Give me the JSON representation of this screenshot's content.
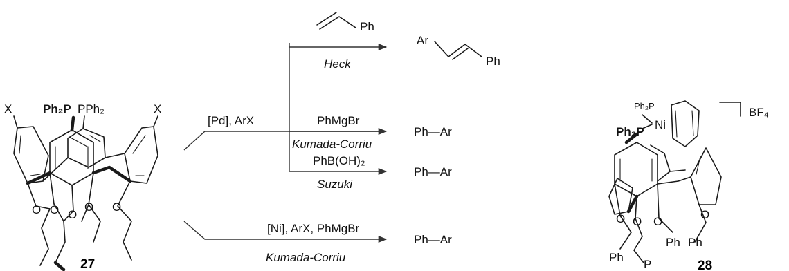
{
  "compound_27": {
    "number": "27",
    "atoms": {
      "x_left": "X",
      "x_right": "X",
      "p_left": "Ph₂P",
      "p_right": "PPh₂"
    }
  },
  "branch_pd": {
    "reagent": "[Pd], ArX",
    "routes": [
      {
        "reagent": "Ph",
        "name": "Heck",
        "product_left": "Ar",
        "product_right": "Ph"
      },
      {
        "reagent": "PhMgBr",
        "name": "Kumada-Corriu",
        "product": "Ph—Ar"
      },
      {
        "reagent": "PhB(OH)₂",
        "name": "Suzuki",
        "product": "Ph—Ar"
      }
    ]
  },
  "branch_ni": {
    "reagent": "[Ni], ArX, PhMgBr",
    "name": "Kumada-Corriu",
    "product": "Ph—Ar"
  },
  "compound_28": {
    "number": "28",
    "atoms": {
      "p_top": "Ph₂P",
      "ni": "Ni",
      "p_main": "Ph₂P",
      "counterion": "BF₄",
      "ph1": "Ph",
      "ph2": "Ph",
      "ph3": "Ph",
      "p_chain": "P"
    }
  }
}
